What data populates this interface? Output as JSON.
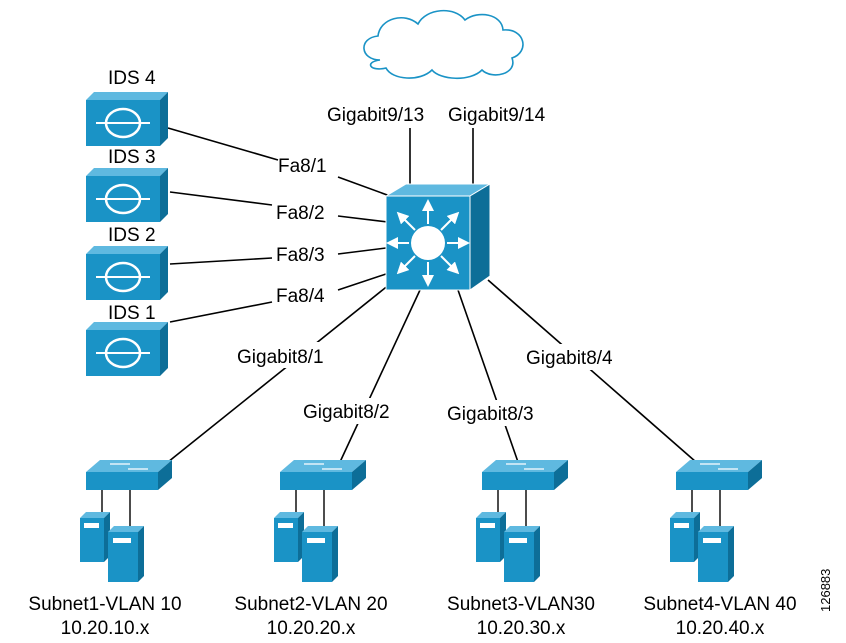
{
  "colors": {
    "device_fill": "#1a93c6",
    "device_dark": "#0d6e98",
    "device_light": "#5fb9e0",
    "cloud_stroke": "#1a93c6",
    "line": "#000000"
  },
  "ids_sensors": [
    {
      "label": "IDS 4",
      "port": "Fa8/1"
    },
    {
      "label": "IDS 3",
      "port": "Fa8/2"
    },
    {
      "label": "IDS 2",
      "port": "Fa8/3"
    },
    {
      "label": "IDS 1",
      "port": "Fa8/4"
    }
  ],
  "uplinks": [
    "Gigabit9/13",
    "Gigabit9/14"
  ],
  "access_ports": [
    "Gigabit8/1",
    "Gigabit8/2",
    "Gigabit8/3",
    "Gigabit8/4"
  ],
  "subnets": [
    {
      "name": "Subnet1-VLAN 10",
      "network": "10.20.10.x"
    },
    {
      "name": "Subnet2-VLAN 20",
      "network": "10.20.20.x"
    },
    {
      "name": "Subnet3-VLAN30",
      "network": "10.20.30.x"
    },
    {
      "name": "Subnet4-VLAN 40",
      "network": "10.20.40.x"
    }
  ],
  "figure_id": "126883",
  "icons": {
    "cloud": "cloud-icon",
    "core_switch": "layer3-switch-icon",
    "ids": "ids-sensor-icon",
    "access_switch": "workgroup-switch-icon",
    "server": "server-icon"
  }
}
